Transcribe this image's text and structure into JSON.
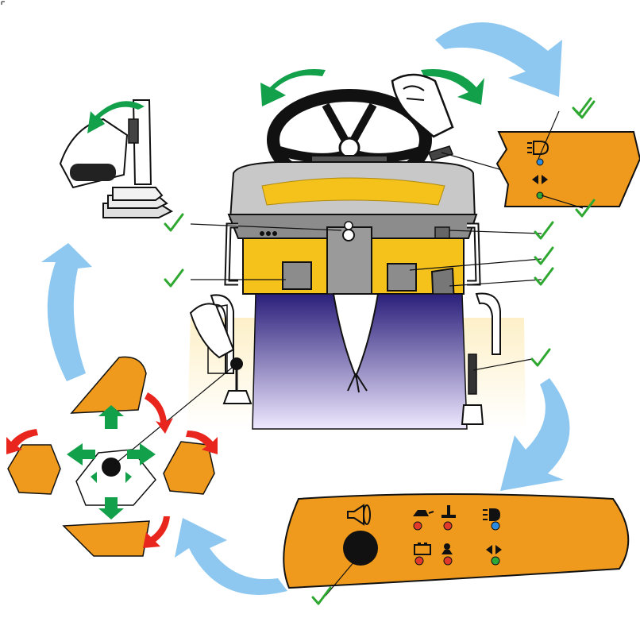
{
  "palette": {
    "panel_orange": "#ef9a1c",
    "seat_yellow": "#f4c21a",
    "seat_cream": "#fdf0c8",
    "cab_grey": "#c8c8c8",
    "dark_grey": "#8c8c8c",
    "navy": "#2a1f7a",
    "cycle_arrow_blue": "#8ec8f0",
    "rotate_arrow_green": "#13a04a",
    "tilt_arrow_red": "#e8261e",
    "check_green": "#2fa832",
    "lamp_red": "#e23a2a",
    "lamp_blue": "#2a8be0",
    "lamp_green": "#2fa83a"
  },
  "icons": {
    "headlight": "headlight-icon",
    "indicator": "turn-indicator-icon",
    "horn": "horn-icon",
    "oil": "oil-pressure-icon",
    "temperature": "coolant-temperature-icon",
    "battery": "battery-icon",
    "filter": "air-filter-icon"
  },
  "dashboard_lamps": [
    {
      "name": "oil-pressure-lamp",
      "color": "#e23a2a"
    },
    {
      "name": "coolant-temperature-lamp",
      "color": "#e23a2a"
    },
    {
      "name": "headlight-lamp",
      "color": "#2a8be0"
    },
    {
      "name": "battery-charge-lamp",
      "color": "#e23a2a"
    },
    {
      "name": "air-filter-lamp",
      "color": "#e23a2a"
    },
    {
      "name": "turn-indicator-lamp",
      "color": "#2fa83a"
    }
  ],
  "callouts": {
    "checkmark_count": 10
  }
}
